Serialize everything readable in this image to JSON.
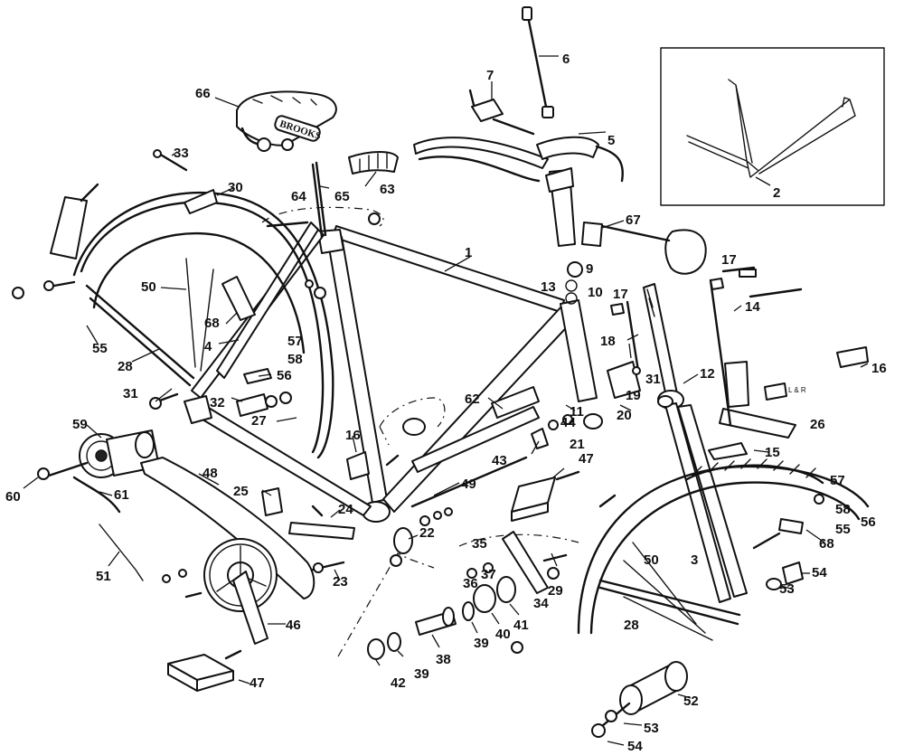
{
  "diagram": {
    "labels": {
      "l1": "1",
      "l2": "2",
      "l3": "3",
      "l4": "4",
      "l5": "5",
      "l6": "6",
      "l7": "7",
      "l9": "9",
      "l10": "10",
      "l11": "11",
      "l12": "12",
      "l13": "13",
      "l14": "14",
      "l15": "15",
      "l16a": "16",
      "l16b": "16",
      "l17a": "17",
      "l17b": "17",
      "l18": "18",
      "l19": "19",
      "l20": "20",
      "l21": "21",
      "l22": "22",
      "l23": "23",
      "l24": "24",
      "l25": "25",
      "l26": "26",
      "l27": "27",
      "l28a": "28",
      "l28b": "28",
      "l29": "29",
      "l30": "30",
      "l31a": "31",
      "l31b": "31",
      "l32": "32",
      "l33": "33",
      "l34": "34",
      "l35": "35",
      "l36": "36",
      "l37": "37",
      "l38": "38",
      "l39a": "39",
      "l39b": "39",
      "l40": "40",
      "l41": "41",
      "l42": "42",
      "l43": "43",
      "l44": "44",
      "l46": "46",
      "l47a": "47",
      "l47b": "47",
      "l48": "48",
      "l49": "49",
      "l50a": "50",
      "l50b": "50",
      "l51": "51",
      "l52": "52",
      "l53a": "53",
      "l53b": "53",
      "l54a": "54",
      "l54b": "54",
      "l55a": "55",
      "l55b": "55",
      "l56a": "56",
      "l56b": "56",
      "l57a": "57",
      "l57b": "57",
      "l58a": "58",
      "l58b": "58",
      "l59": "59",
      "l60": "60",
      "l61": "61",
      "l62": "62",
      "l63": "63",
      "l64": "64",
      "l65": "65",
      "l66": "66",
      "l67": "67",
      "l68a": "68",
      "l68b": "68"
    },
    "saddle_brand": "BROOKS",
    "fork_marking": "L & R"
  },
  "colors": {
    "ink": "#111111",
    "paper": "#ffffff"
  }
}
